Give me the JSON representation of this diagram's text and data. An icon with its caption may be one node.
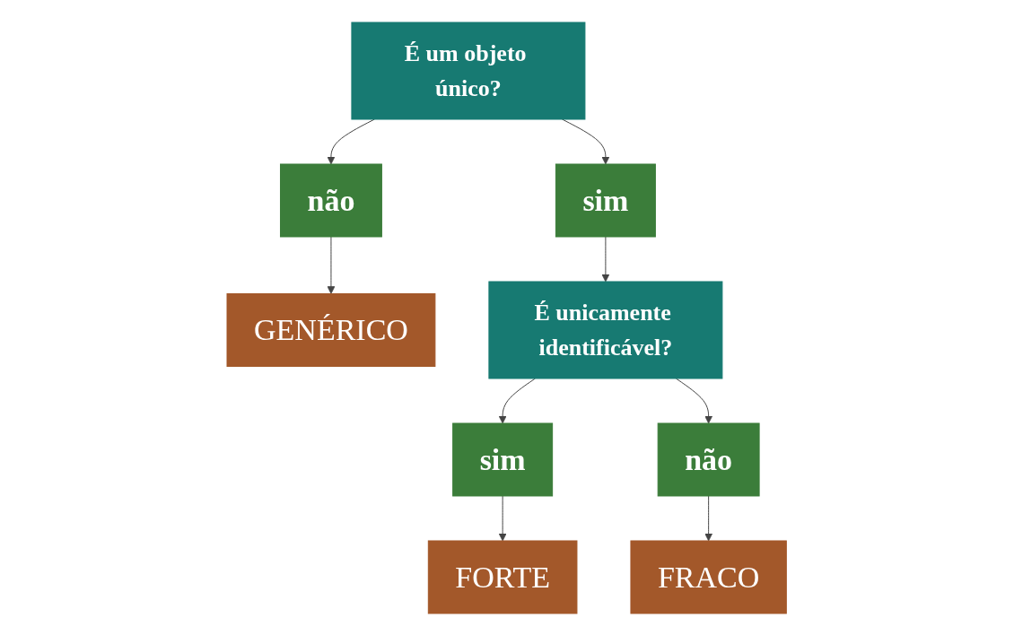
{
  "diagram": {
    "nodes": [
      {
        "text": [
          "É um objeto único?"
        ]
      },
      {
        "text": [
          "não"
        ]
      },
      {
        "text": [
          "sim"
        ]
      },
      {
        "text": [
          "GENÉRICO"
        ]
      },
      {
        "text": [
          "É unicamente identificável?"
        ]
      },
      {
        "text": [
          "sim"
        ]
      },
      {
        "text": [
          "não"
        ]
      },
      {
        "text": [
          "FORTE"
        ]
      },
      {
        "text": [
          "FRACO"
        ]
      }
    ],
    "edges": [
      {
        "from": 0,
        "to": 1,
        "arrow": "to"
      },
      {
        "from": 0,
        "to": 2,
        "arrow": "to"
      },
      {
        "from": 1,
        "to": 3,
        "arrow": "to"
      },
      {
        "from": 2,
        "to": 4,
        "arrow": "to"
      },
      {
        "from": 4,
        "to": 5,
        "arrow": "to"
      },
      {
        "from": 4,
        "to": 6,
        "arrow": "to"
      },
      {
        "from": 5,
        "to": 7,
        "arrow": "to"
      },
      {
        "from": 6,
        "to": 8,
        "arrow": "to"
      }
    ]
  }
}
